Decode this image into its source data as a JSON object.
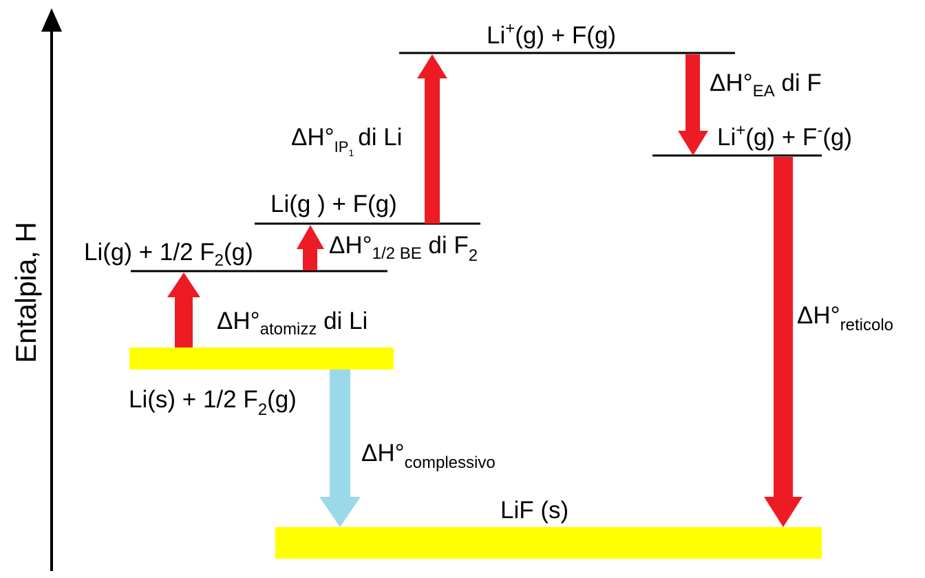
{
  "axis": {
    "label": "Entalpia, H"
  },
  "colors": {
    "level_line": "#000000",
    "solid_level": "#ffff00",
    "step_arrow": "#ed1c24",
    "overall_arrow": "#99d9ea",
    "axis": "#000000"
  },
  "states": {
    "reactants": {
      "base": "Li(s) + 1/2 F",
      "sub": "2",
      "tail": "(g)"
    },
    "atom_li": {
      "base": "Li(g) + 1/2 F",
      "sub": "2",
      "tail": "(g)"
    },
    "atoms": {
      "text": "Li(g ) + F(g)"
    },
    "ion_li": {
      "a": "Li",
      "sup": "+",
      "b": "(g) + F(g)"
    },
    "ions": {
      "a": "Li",
      "sup1": "+",
      "b": "(g) + F",
      "sup2": "-",
      "c": "(g)"
    },
    "product": {
      "text": "LiF (s)"
    }
  },
  "steps": {
    "atomization": {
      "symbol": "ΔH°",
      "sub": "atomizz",
      "tail": " di Li"
    },
    "bond": {
      "symbol": "ΔH°",
      "sub": "1/2 BE",
      "tail": " di F",
      "tail_sub": "2"
    },
    "ionization": {
      "symbol": "ΔH°",
      "sub": "IP",
      "sub_sub": "1",
      "tail": "di Li"
    },
    "affinity": {
      "symbol": "ΔH°",
      "sub": "EA",
      "tail": " di F"
    },
    "lattice": {
      "symbol": "ΔH°",
      "sub": "reticolo"
    },
    "overall": {
      "symbol": "ΔH°",
      "sub": "complessivo"
    }
  }
}
